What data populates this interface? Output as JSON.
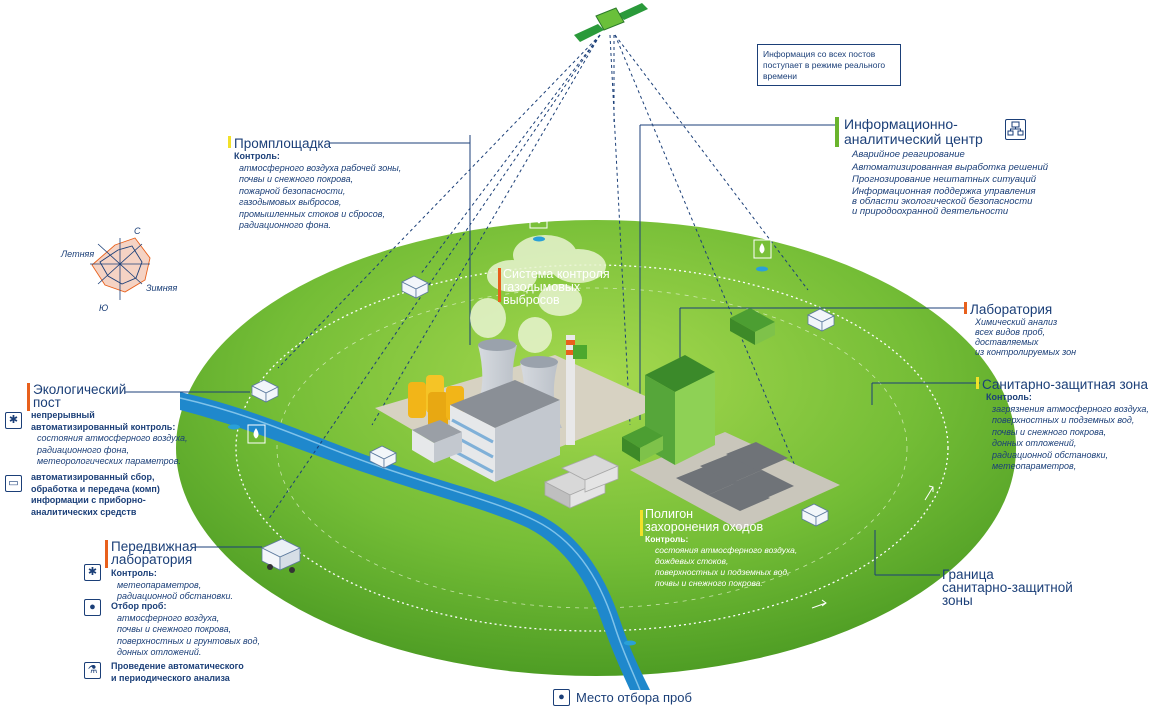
{
  "info_box": {
    "text": "Информация со всех постов поступает в режиме реального времени"
  },
  "wind_rose": {
    "north": "С",
    "south": "Ю",
    "summer": "Летняя",
    "winter": "Зимняя"
  },
  "promploshchadka": {
    "title": "Промплощадка",
    "control_label": "Контроль:",
    "items": [
      "атмосферного воздуха рабочей зоны,",
      "почвы и снежного покрова,",
      "пожарной безопасности,",
      "газодымовых выбросов,",
      "промышленных стоков и сбросов,",
      "радиационного фона."
    ]
  },
  "info_center": {
    "title_line1": "Информационно-",
    "title_line2": "аналитический центр",
    "items": [
      "Аварийное реагирование",
      "Автоматизированная выработка решений",
      "Прогнозирование нештатных ситуаций",
      "Информационная поддержка управления",
      "в области экологической безопасности",
      "и природоохранной деятельности"
    ]
  },
  "gas_control": {
    "line1": "Система контроля",
    "line2": "газодымовых",
    "line3": "выбросов"
  },
  "laboratory": {
    "title": "Лаборатория",
    "items": [
      "Химический анализ",
      "всех видов проб,",
      "доставляемых",
      "из контролируемых зон"
    ]
  },
  "eco_post": {
    "title_line1": "Экологический",
    "title_line2": "пост",
    "continuous_line1": "непрерывный",
    "continuous_line2": "автоматизированный контроль:",
    "control_items": [
      "состояния атмосферного воздуха,",
      "радиационного фона,",
      "метеорологических параметров."
    ],
    "data_items": [
      "автоматизированный сбор,",
      "обработка и передача (комп)",
      "информации с приборно-",
      "аналитических средств"
    ]
  },
  "sanitary_zone": {
    "title": "Санитарно-защитная зона",
    "control_label": "Контроль:",
    "items": [
      "загрязнения атмосферного воздуха,",
      "поверхностных и подземных вод,",
      "почвы и снежного покрова,",
      "донных отложений,",
      "радиационной обстановки,",
      "метеопараметров,"
    ]
  },
  "mobile_lab": {
    "title_line1": "Передвижная",
    "title_line2": "лаборатория",
    "control_label": "Контроль:",
    "control_items": [
      "метеопараметров,",
      "радиационной обстановки."
    ],
    "sampling_label": "Отбор проб:",
    "sampling_items": [
      "атмосферного воздуха,",
      "почвы и снежного покрова,",
      "поверхностных и грунтовых вод,",
      "донных отложений."
    ],
    "analysis_line1": "Проведение автоматического",
    "analysis_line2": "и периодического анализа"
  },
  "landfill": {
    "title_line1": "Полигон",
    "title_line2": "захоронения оходов",
    "control_label": "Контроль:",
    "items": [
      "состояния атмосферного воздуха,",
      "дождевых стоков,",
      "поверхностных и подземных вод,",
      "почвы и снежного покрова."
    ]
  },
  "boundary": {
    "line1": "Граница",
    "line2": "санитарно-защитной",
    "line3": "зоны"
  },
  "sampling_place": {
    "label": "Место отбора проб"
  },
  "colors": {
    "field": "#62b22f",
    "field_light": "#8fce45",
    "river": "#1f88cc",
    "navy": "#1b3f78",
    "orange": "#e8601c",
    "yellow": "#f2e12a",
    "green_mark": "#6ab42d"
  },
  "icons": {
    "eco_post_fan": "fan-icon",
    "eco_post_computer": "computer-icon",
    "info_center": "network-icon",
    "mobile_fan": "fan-icon",
    "mobile_drop": "drop-icon",
    "mobile_flask": "flask-icon",
    "sampling": "drop-icon"
  }
}
